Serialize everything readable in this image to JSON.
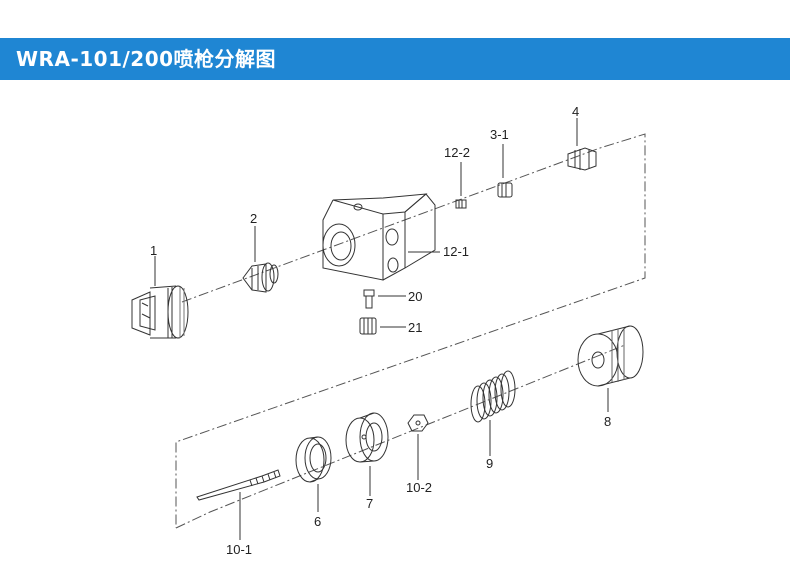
{
  "header": {
    "title": "WRA-101/200喷枪分解图",
    "background_color": "#1f86d3"
  },
  "labels": {
    "l1": "1",
    "l2": "2",
    "l3_1": "3-1",
    "l4": "4",
    "l12_2": "12-2",
    "l12_1": "12-1",
    "l20": "20",
    "l21": "21",
    "l8": "8",
    "l9": "9",
    "l10_2": "10-2",
    "l7": "7",
    "l6": "6",
    "l10_1": "10-1"
  }
}
